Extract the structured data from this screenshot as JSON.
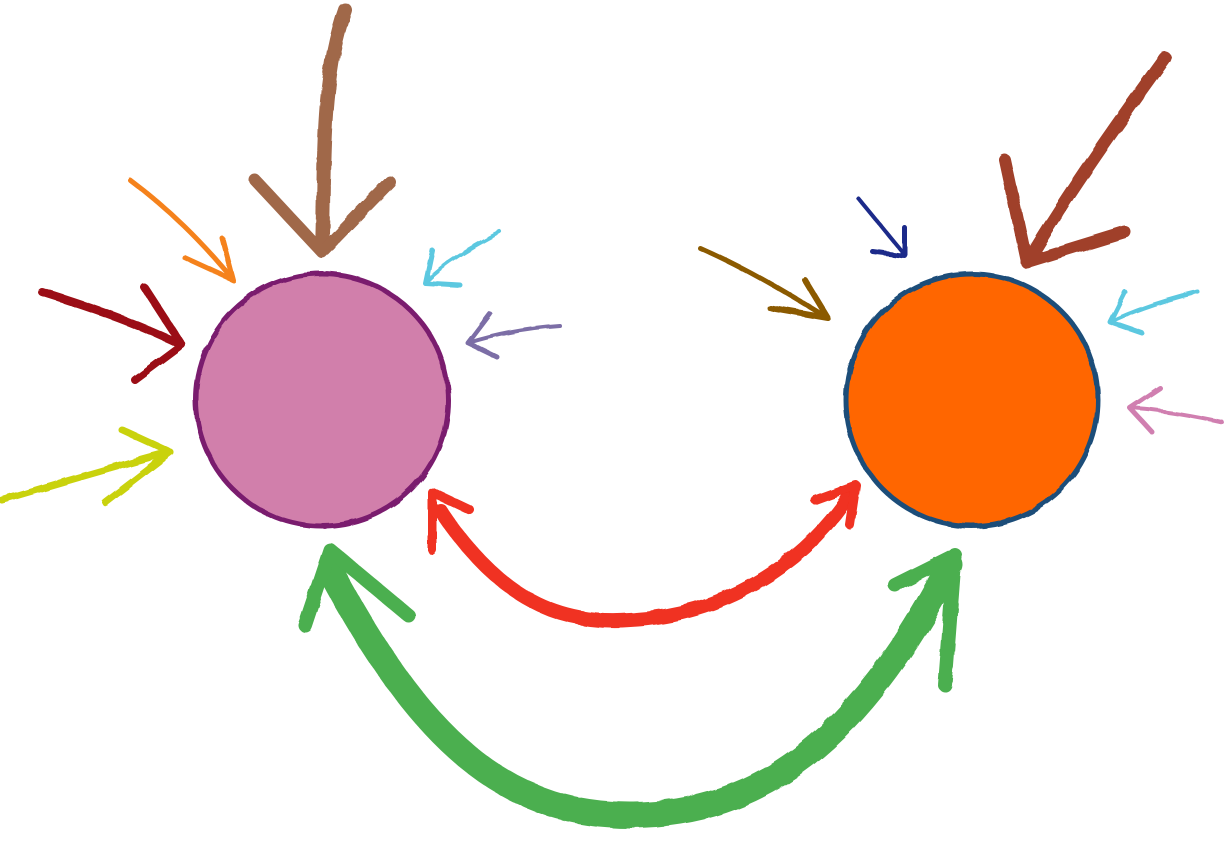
{
  "colors": {
    "background": "#ffffff",
    "left_node_fill": "#d17fab",
    "left_node_outline": "#7a1a6e",
    "right_node_fill": "#ff6600",
    "right_node_outline": "#1f4e79",
    "red_arrow": "#f03020",
    "green_arrow": "#4caf50",
    "left_arrows": [
      "#a0674a",
      "#f5821f",
      "#9b0f12",
      "#c9d20a",
      "#5bc8e0",
      "#7b6ea6"
    ],
    "right_arrows": [
      "#8b5a00",
      "#1a2a8a",
      "#a0402a",
      "#5bc8e0",
      "#d07fb0"
    ]
  },
  "icons": {
    "left_node": "circle",
    "right_node": "circle",
    "connections": "curved-double-arrow"
  }
}
